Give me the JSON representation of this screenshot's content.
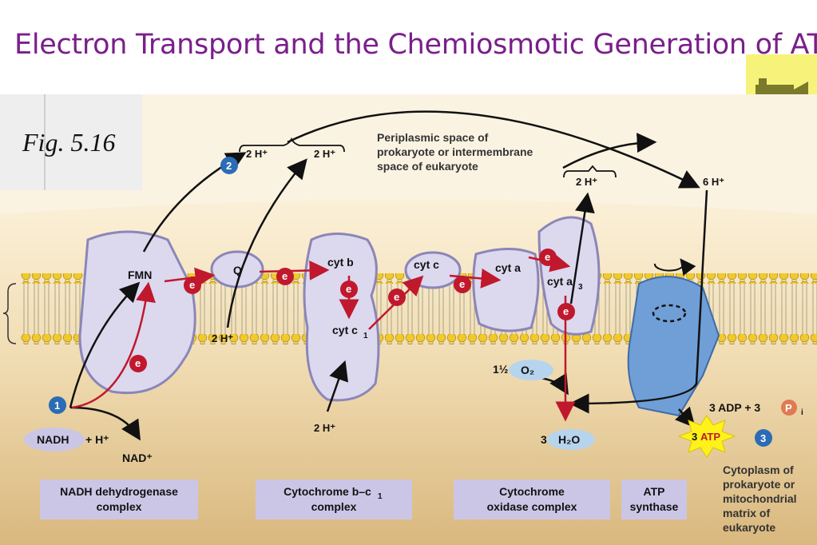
{
  "header": {
    "title": "Electron Transport and the Chemiosmotic Generation of ATP"
  },
  "video_button": {
    "icon": "video-camera-icon",
    "color": "#f7f37a"
  },
  "figure": {
    "fig_label": "Fig. 5.16",
    "periplasm_label": [
      "Periplasmic space of",
      "prokaryote or intermembrane",
      "space of eukaryote"
    ],
    "cytoplasm_label": [
      "Cytoplasm of",
      "prokaryote or",
      "mitochondrial",
      "matrix of",
      "eukaryote"
    ],
    "step_markers": [
      "1",
      "2",
      "3",
      "3"
    ],
    "carriers": {
      "fmn": "FMN",
      "q": "Q",
      "cyt_b": "cyt b",
      "cyt_c1": "cyt c",
      "cyt_c1_sub": "1",
      "cyt_c": "cyt c",
      "cyt_a": "cyt a",
      "cyt_a3": "cyt a",
      "cyt_a3_sub": "3"
    },
    "electron": "e",
    "molecules": {
      "nadh": "NADH",
      "h_plus": "+ H⁺",
      "nad_plus": "NAD⁺",
      "two_h": "2 H⁺",
      "six_h": "6 H⁺",
      "o2_coef": "1½",
      "o2": "O₂",
      "h2o_coef": "3",
      "h2o": "H₂O",
      "adp": "3 ADP + 3",
      "p": "P",
      "p_sub": "i",
      "atp_coef": "3",
      "atp": "ATP"
    },
    "complex_labels": {
      "nadh_dehydrogenase": [
        "NADH dehydrogenase",
        "complex"
      ],
      "cytochrome_bc1": [
        "Cytochrome b–c",
        "complex"
      ],
      "cytochrome_bc1_sub": "1",
      "cytochrome_oxidase": [
        "Cytochrome",
        "oxidase complex"
      ],
      "atp_synthase": [
        "ATP",
        "synthase"
      ]
    },
    "colors": {
      "title": "#7a1f8a",
      "background_top": "#ffffff",
      "membrane_tan": "#d6b77a",
      "lipid_head": "#f0c92e",
      "protein": "#dcd8ee",
      "protein_edge": "#8b86b8",
      "electron_red": "#c0182d",
      "step_blue": "#2b6cb6",
      "synthase_blue": "#6f9fd6",
      "label_box": "#cbc6e6",
      "atp_star": "#fff21a",
      "p_circle": "#e07a52",
      "molecule_oval": "#b7d4ee"
    }
  }
}
